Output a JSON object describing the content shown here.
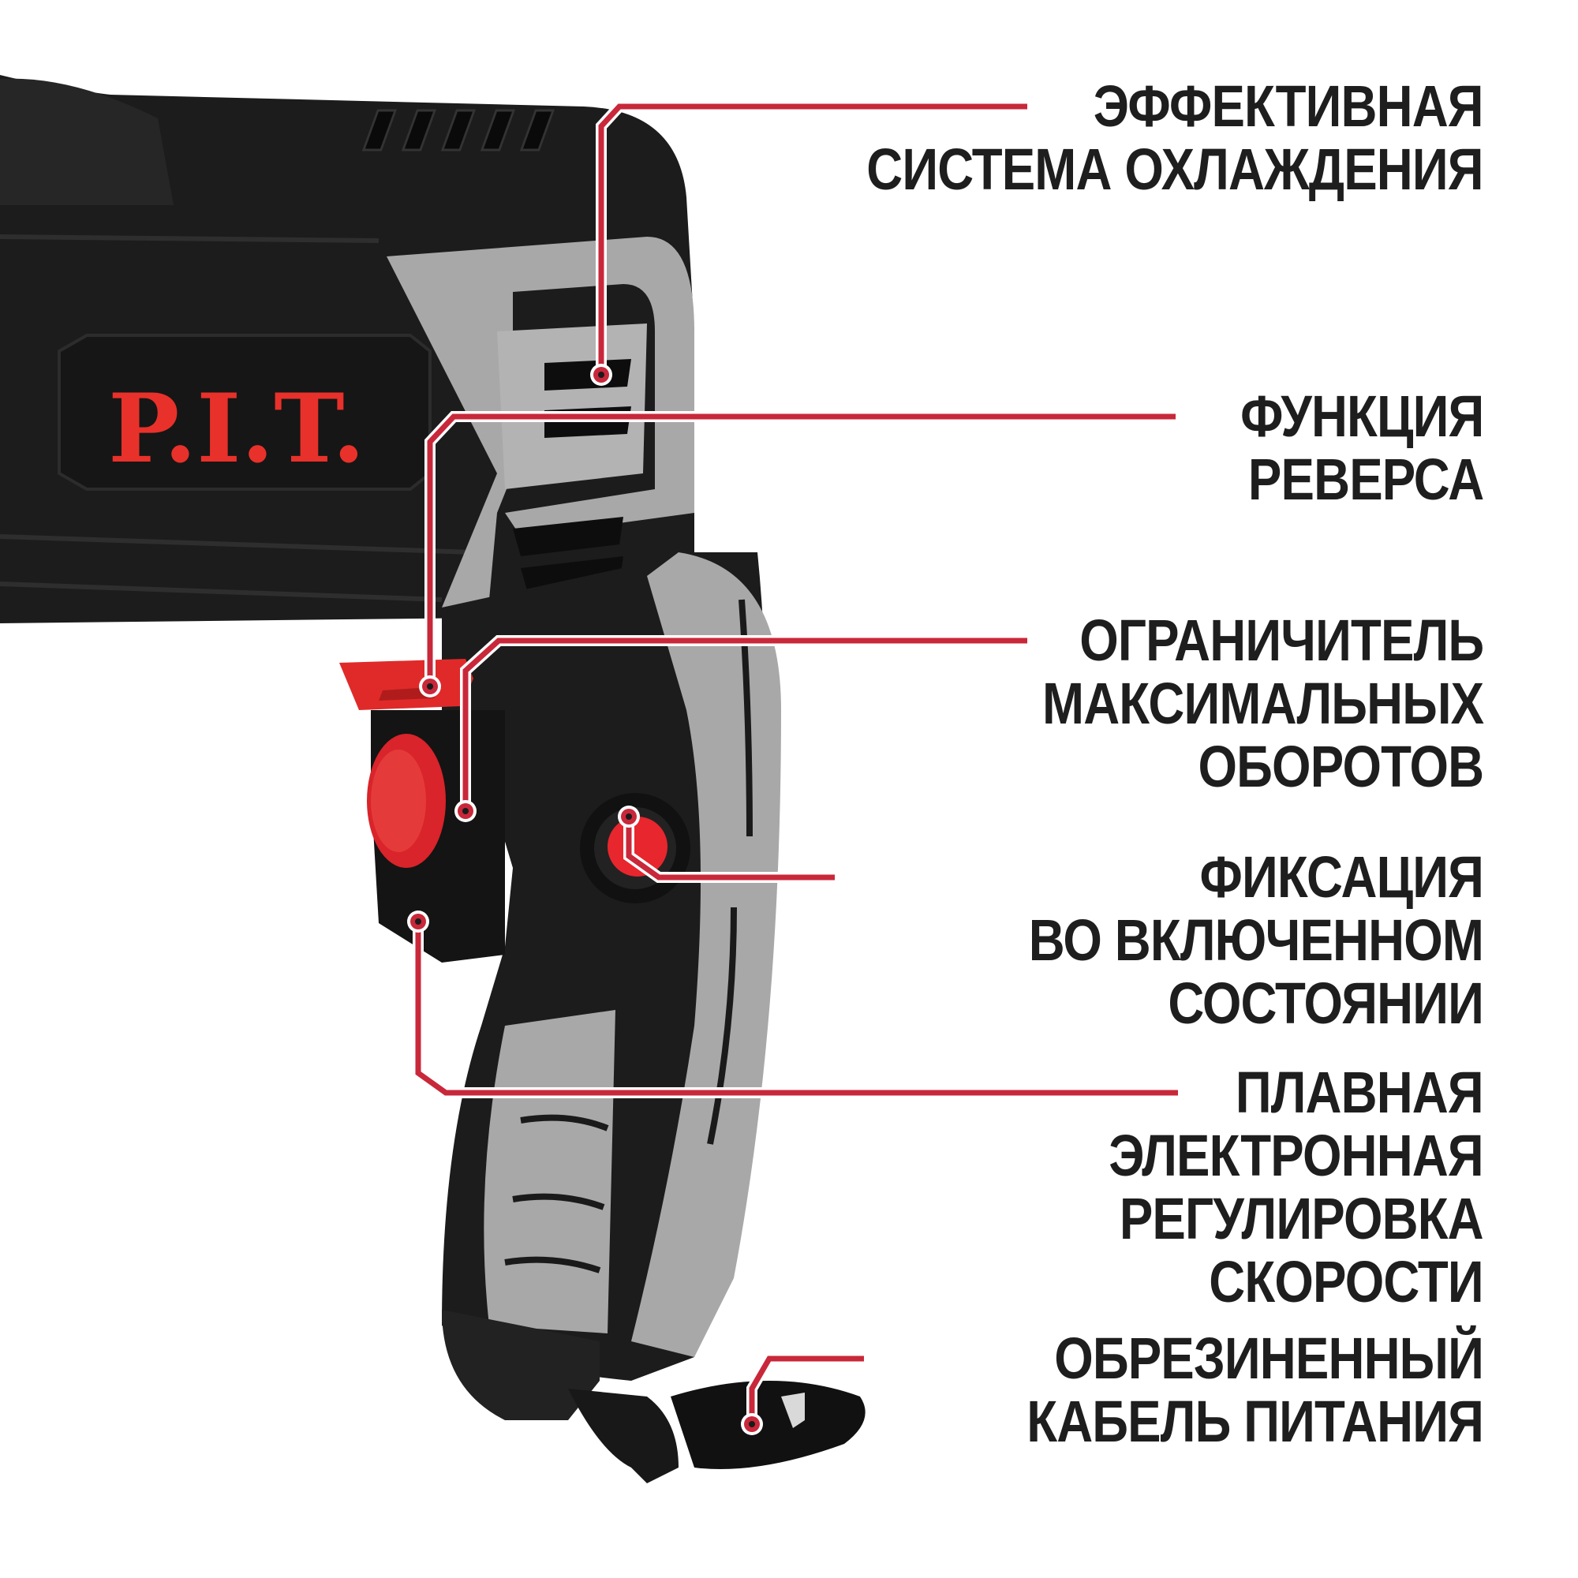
{
  "product": {
    "brand_logo": "P.I.T.",
    "type": "impact drill handle detail"
  },
  "colors": {
    "accent_red": "#c8283a",
    "logo_red": "#e8312a",
    "body_black": "#1c1c1c",
    "body_gray": "#a8a8a8",
    "text_dark": "#1e1e1e",
    "background": "#ffffff"
  },
  "callouts": [
    {
      "id": "cooling",
      "icon": "fan-vent-icon",
      "lines": [
        "ЭФФЕКТИВНАЯ",
        "СИСТЕМА ОХЛАЖДЕНИЯ"
      ]
    },
    {
      "id": "reverse",
      "icon": "reverse-switch-icon",
      "lines": [
        "ФУНКЦИЯ",
        "РЕВЕРСА"
      ]
    },
    {
      "id": "speed-limiter",
      "icon": "dial-icon",
      "lines": [
        "ОГРАНИЧИТЕЛЬ",
        "МАКСИМАЛЬНЫХ",
        "ОБОРОТОВ"
      ]
    },
    {
      "id": "lock-on",
      "icon": "lock-button-icon",
      "lines": [
        "ФИКСАЦИЯ",
        "ВО ВКЛЮЧЕННОМ",
        "СОСТОЯНИИ"
      ]
    },
    {
      "id": "speed-control",
      "icon": "trigger-icon",
      "lines": [
        "ПЛАВНАЯ",
        "ЭЛЕКТРОННАЯ",
        "РЕГУЛИРОВКА",
        "СКОРОСТИ"
      ]
    },
    {
      "id": "cable",
      "icon": "power-cable-icon",
      "lines": [
        "ОБРЕЗИНЕННЫЙ",
        "КАБЕЛЬ ПИТАНИЯ"
      ]
    }
  ]
}
